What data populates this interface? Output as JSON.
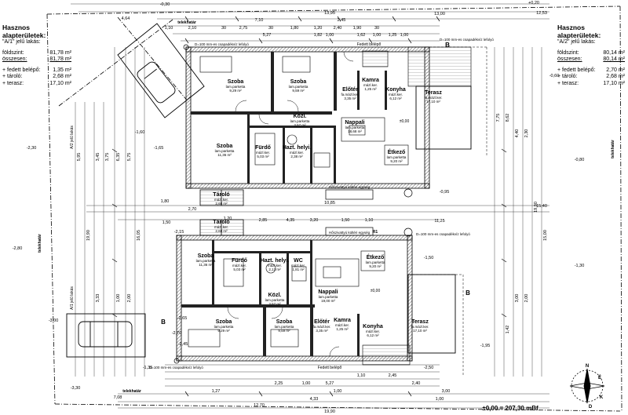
{
  "left_box": {
    "title": "Hasznos alapterületek:",
    "subtitle": "\"A/1\" jelű lakás:",
    "rows": [
      {
        "label": "földszint:",
        "value": "81,78 m²"
      },
      {
        "label": "összesen:",
        "value": "81,78 m²"
      }
    ],
    "extras": [
      {
        "label": "+ fedett belépő:",
        "value": "1,35 m²"
      },
      {
        "label": "+ tároló:",
        "value": "2,68 m²"
      },
      {
        "label": "+ terasz:",
        "value": "17,10 m²"
      }
    ]
  },
  "right_box": {
    "title": "Hasznos alapterületek:",
    "subtitle": "\"A/2\" jelű lakás:",
    "rows": [
      {
        "label": "földszint:",
        "value": "80,14 m²"
      },
      {
        "label": "összesen:",
        "value": "80,14 m²"
      }
    ],
    "extras": [
      {
        "label": "+ fedett belépő:",
        "value": "2,70 m²"
      },
      {
        "label": "+ tároló:",
        "value": "2,68 m²"
      },
      {
        "label": "+ terasz:",
        "value": "17,10 m²"
      }
    ]
  },
  "rooms": [
    {
      "name": "Szoba",
      "sub": "lam.parketta",
      "area": "9,29 m²"
    },
    {
      "name": "Szoba",
      "sub": "lam.parketta",
      "area": "9,59 m²"
    },
    {
      "name": "Előtér",
      "sub": "fa.mázl.ker.",
      "area": "3,35 m²"
    },
    {
      "name": "Kamra",
      "sub": "mázl.ker.",
      "area": "1,25 m²"
    },
    {
      "name": "Konyha",
      "sub": "mázl.ker.",
      "area": "6,12 m²"
    },
    {
      "name": "Terasz",
      "sub": "fa.mázl.ker.",
      "area": "17,10 m²"
    },
    {
      "name": "Közl.",
      "sub": "lam.parketta",
      "area": "3,57 m²"
    },
    {
      "name": "Nappali",
      "sub": "lam.parketta",
      "area": "18,68 m²"
    },
    {
      "name": "Szoba",
      "sub": "lam.parketta",
      "area": "11,36 m²"
    },
    {
      "name": "Fürdő",
      "sub": "mázl.ker.",
      "area": "5,03 m²"
    },
    {
      "name": "Hazt. helyi.",
      "sub": "mázl.ker.",
      "area": "2,38 m²"
    },
    {
      "name": "Étkező",
      "sub": "lam.parketta",
      "area": "9,20 m²"
    },
    {
      "name": "Tároló",
      "sub": "mázl.ker.",
      "area": "2,68 m²"
    },
    {
      "name": "Tároló",
      "sub": "mázl.ker.",
      "area": "2,68 m²"
    },
    {
      "name": "Szoba",
      "sub": "lam.parketta",
      "area": "11,36 m²"
    },
    {
      "name": "Fürdő",
      "sub": "mázl.ker.",
      "area": "5,03 m²"
    },
    {
      "name": "Hazt. helyi.",
      "sub": "mázl.ker.",
      "area": "2,13 m²"
    },
    {
      "name": "WC",
      "sub": "mázl.ker.",
      "area": "1,81 m²"
    },
    {
      "name": "Étkező",
      "sub": "lam.parketta",
      "area": "9,20 m²"
    },
    {
      "name": "Nappali",
      "sub": "lam.parketta",
      "area": "19,00 m²"
    },
    {
      "name": "Közl.",
      "sub": "lam.parketta",
      "area": "3,57 m²"
    },
    {
      "name": "Szoba",
      "sub": "lam.parketta",
      "area": "9,29 m²"
    },
    {
      "name": "Szoba",
      "sub": "lam.parketta",
      "area": "9,59 m²"
    },
    {
      "name": "Előtér",
      "sub": "fa.mázl.ker.",
      "area": "3,35 m²"
    },
    {
      "name": "Kamra",
      "sub": "mázl.ker.",
      "area": "1,25 m²"
    },
    {
      "name": "Konyha",
      "sub": "mázl.ker.",
      "area": "6,12 m²"
    },
    {
      "name": "Terasz",
      "sub": "fa.mázl.ker.",
      "area": "17,10 m²"
    }
  ],
  "labels": {
    "fedett_top": "Fedett belépő",
    "fedett_bottom": "Fedett belépő",
    "gutter_top": "D=100 mm-es csapadékvíz lefolyó",
    "gutter_top_right": "D=100 mm-es csapadékvíz lefolyó",
    "gutter_bottom": "D=100 mm-es csapadékvíz lefolyó",
    "gutter_mid": "D=100 mm-es csapadékvíz lefolyó",
    "telekhatar_top": "telekhatár",
    "telekhatar_left": "telekhatár",
    "telekhatar_bottom": "telekhatár",
    "telekhatar_right": "telekhatár",
    "unit_a1": "A/1 jelű lakás",
    "unit_a2": "A/2 jelű lakás",
    "section_b_top": "B",
    "section_b_bottom": "B",
    "section_b_right": "B",
    "hoszig_top": "Hőszivattyú kültéri egység",
    "hoszig_bottom": "Hőszivattyú kültéri egység",
    "floor_ref": "±0,00 = 207,30 mBf",
    "level_top": "±0,00",
    "level_mid": "±0,00",
    "r1": "R1",
    "compass_n": "N",
    "compass_e": "É",
    "compass_k": "K",
    "compass_d": "D"
  },
  "dimensions": {
    "top": [
      "13,95",
      "7,10",
      "2,45",
      "13,00",
      "12,53",
      "1,10",
      "2,10",
      "30",
      "2,75",
      "30",
      "1,80",
      "1,20",
      "2,40",
      "1,90",
      "30",
      "5,27",
      "1,82",
      "1,00",
      "1,62",
      "1,00",
      "1,25",
      "1,00",
      "4,64"
    ],
    "left": [
      "-0,30",
      "-1,60",
      "-1,65",
      "-2,30",
      "-2,80",
      "-3,00",
      "-3,30",
      "-2,15",
      "-1,35",
      "-2,65",
      "-2,70",
      "-2,45"
    ],
    "right": [
      "+0,20",
      "-0,60",
      "-0,80",
      "-0,95",
      "-1,30",
      "-1,50",
      "-1,95",
      "-2,50"
    ],
    "mid": [
      "10,85",
      "11,25",
      "1,80",
      "1,50",
      "2,70",
      "1,20",
      "2,85",
      "4,35",
      "3,20",
      "1,50",
      "1,10",
      "15,40"
    ],
    "bottom": [
      "19,90",
      "12,70",
      "4,33",
      "1,00",
      "1,27",
      "2,25",
      "1,00",
      "5,27",
      "1,10",
      "2,45",
      "7,08",
      "3,00",
      "1,00",
      "2,40"
    ],
    "vertical_left": [
      "5,95",
      "3,45",
      "3,75",
      "6,35",
      "5,75",
      "19,90",
      "16,05",
      "3,33",
      "1,00",
      "2,00"
    ],
    "vertical_right": [
      "7,75",
      "8,62",
      "4,40",
      "2,30",
      "19,90",
      "15,00",
      "3,00",
      "2,00",
      "1,42"
    ]
  },
  "colors": {
    "line": "#000000",
    "wall": "#111111",
    "hatch": "#444444",
    "grey": "#9a9a9a"
  }
}
